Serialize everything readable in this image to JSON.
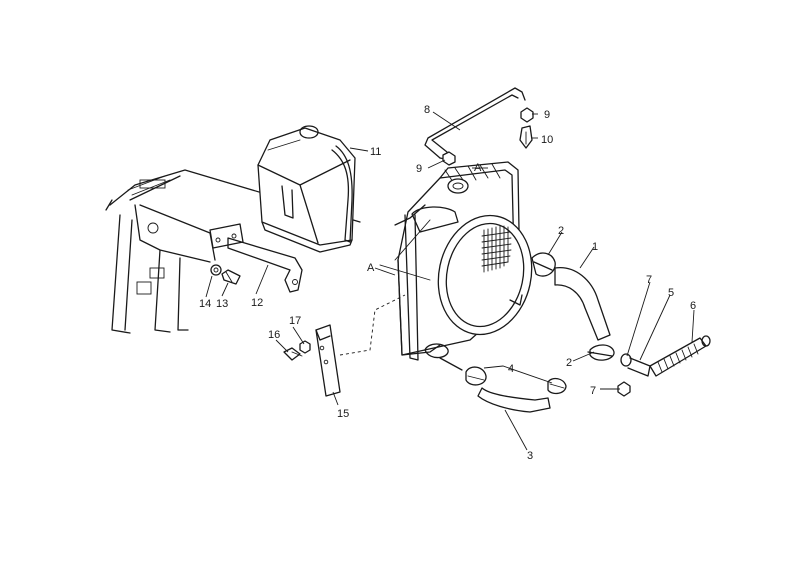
{
  "callouts": {
    "c1": "1",
    "c2a": "2",
    "c2b": "2",
    "c3": "3",
    "c4": "4",
    "c5": "5",
    "c6": "6",
    "c7a": "7",
    "c7b": "7",
    "c8": "8",
    "c9a": "9",
    "c9b": "9",
    "c10": "10",
    "c11": "11",
    "c12": "12",
    "c13": "13",
    "c14": "14",
    "c15": "15",
    "c16": "16",
    "c17": "17",
    "refA1": "A",
    "refA2": "A"
  }
}
